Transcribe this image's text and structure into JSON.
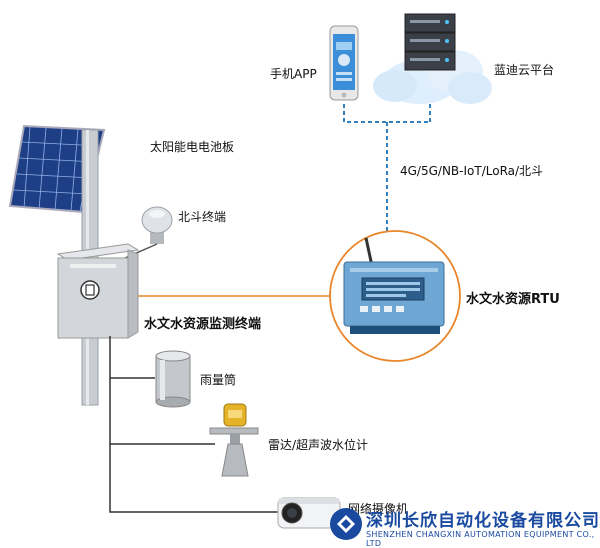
{
  "labels": {
    "mobile_app": "手机APP",
    "cloud_platform": "蓝迪云平台",
    "solar_panel": "太阳能电电池板",
    "beidou_terminal": "北斗终端",
    "comm_protocols": "4G/5G/NB-IoT/LoRa/北斗",
    "monitor_terminal": "水文水资源监测终端",
    "rtu": "水文水资源RTU",
    "rain_gauge": "雨量筒",
    "radar_level": "雷达/超声波水位计",
    "camera": "网络摄像机"
  },
  "footer": {
    "company_cn": "深圳长欣自动化设备有限公司",
    "company_en": "SHENZHEN CHANGXIN AUTOMATION EQUIPMENT CO., LTD"
  },
  "colors": {
    "dashed_link": "#2f7fc1",
    "orange_link": "#e9852a",
    "wire": "#333333",
    "brand_blue": "#1a4aa0"
  }
}
